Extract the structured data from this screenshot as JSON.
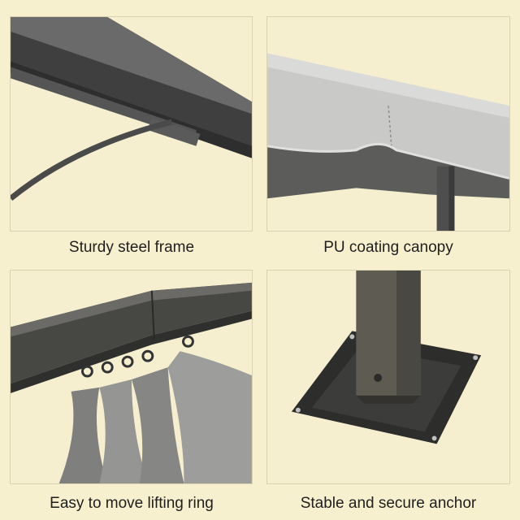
{
  "captions": {
    "frame": "Sturdy steel frame",
    "canopy": "PU coating canopy",
    "ring": "Easy to move lifting ring",
    "anchor": "Stable and secure anchor"
  },
  "colors": {
    "background": "#f7f0cf",
    "steel": "#4a4a4a",
    "canopy": "#c7c7c5",
    "curtain": "#8f8f8d"
  }
}
